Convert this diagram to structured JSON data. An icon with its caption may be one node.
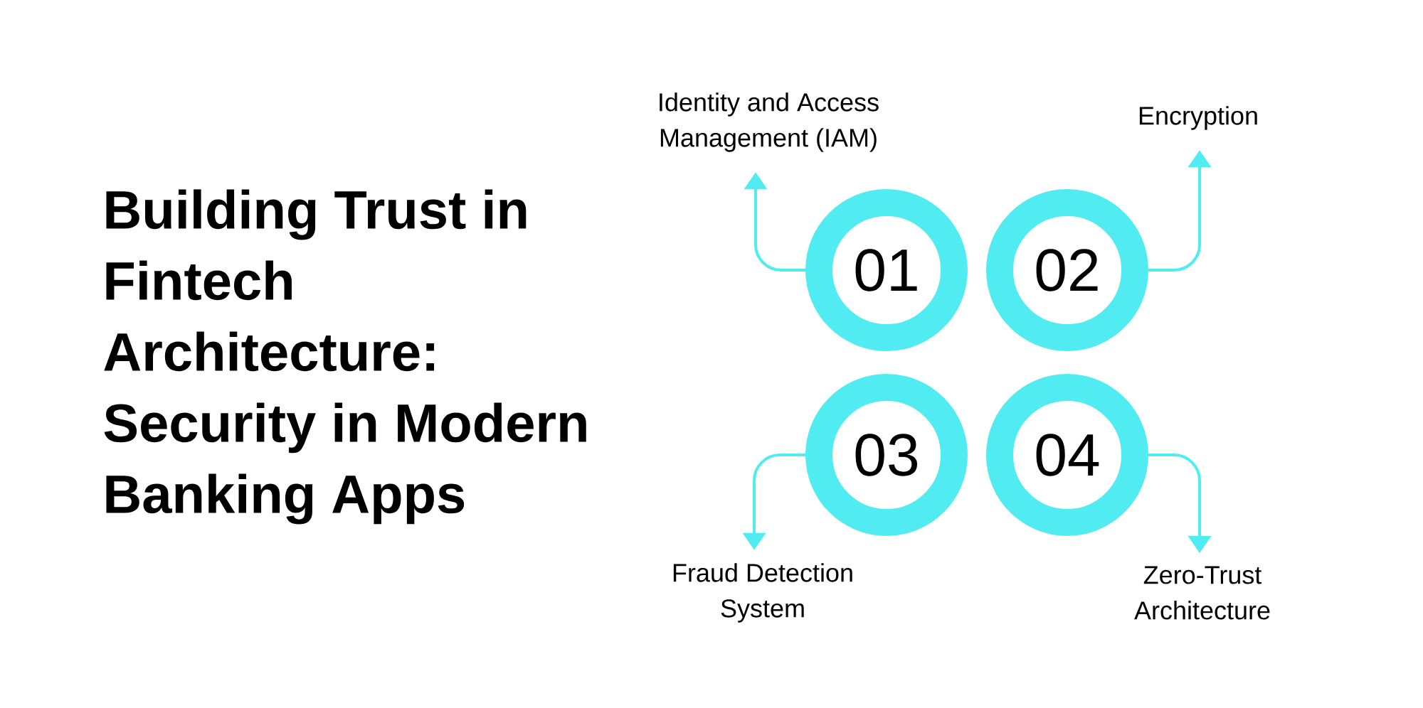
{
  "diagram": {
    "title": "Building Trust in Fintech Architecture: Security in Modern Banking Apps",
    "nodes": [
      {
        "text": [
          "Identity and Access Management (IAM)"
        ]
      },
      {
        "text": [
          "Encryption"
        ]
      },
      {
        "text": [
          "01"
        ]
      },
      {
        "text": [
          "02"
        ]
      },
      {
        "text": [
          "03"
        ]
      },
      {
        "text": [
          "04"
        ]
      },
      {
        "text": [
          "Fraud Detection System"
        ]
      },
      {
        "text": [
          "Zero-Trust Architecture"
        ]
      }
    ],
    "edges": [
      {
        "from": 2,
        "to": 0,
        "arrow": "to"
      },
      {
        "from": 3,
        "to": 1,
        "arrow": "to"
      },
      {
        "from": 4,
        "to": 6,
        "arrow": "to"
      },
      {
        "from": 5,
        "to": 7,
        "arrow": "to"
      }
    ]
  }
}
